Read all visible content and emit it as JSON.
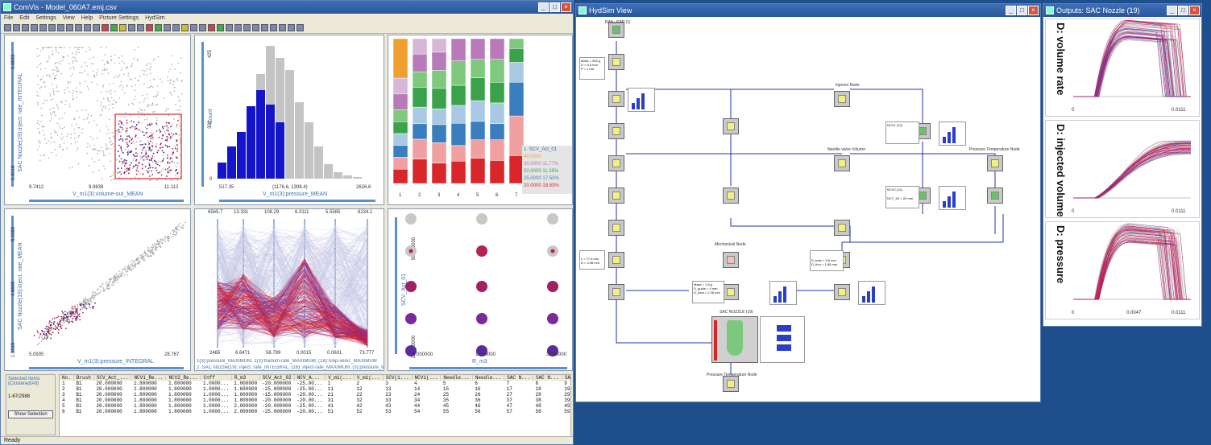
{
  "main_window": {
    "title": "ComVis - Model_060A7.emj.csv",
    "menu": [
      "File",
      "Edit",
      "Settings",
      "View",
      "Help",
      "Picture Settings",
      "HydSim"
    ],
    "status": "Ready",
    "scatter1": {
      "ylabel": "SAC Nozzle(19):inject. rate_INTEGRAL",
      "xlabel": "V_m1(3):volume-out_MEAN",
      "y_ticks": [
        "0.0018",
        "0.0633"
      ],
      "x_ticks": [
        "9.7412",
        "9.9839",
        "11.112"
      ]
    },
    "histogram": {
      "ylabel": "Count",
      "xlabel": "V_m1(3):pressure_MEAN",
      "y_ticks": [
        "0",
        "320",
        "425"
      ],
      "x_ticks": [
        "517.35",
        "(1176.6, 1308.4)",
        "2626.6"
      ]
    },
    "stacked": {
      "x_ticks": [
        "1",
        "2",
        "3",
        "4",
        "5",
        "6",
        "7"
      ],
      "legend": {
        "title": "1. SCV_Act_01",
        "items": [
          {
            "label": "40.0000",
            "color": "#f0a030"
          },
          {
            "label": "30.0000 11.77%",
            "color": "#b97ab9"
          },
          {
            "label": "50.0000 11.35%",
            "color": "#3aa34a"
          },
          {
            "label": "25.0000 17.53%",
            "color": "#3a7ebf"
          },
          {
            "label": "20.0000 18.63%",
            "color": "#d8262b"
          }
        ]
      }
    },
    "scatter2": {
      "ylabel": "SAC Nozzle(19):inject. rate_MEAN",
      "xlabel": "V_m1(3):pressure_INTEGRAL",
      "y_ticks": [
        "1.9315",
        "4.8695",
        "5.0389"
      ],
      "x_ticks": [
        "5.0935",
        "28.767"
      ]
    },
    "parallel": {
      "top_ticks": [
        "6565.7",
        "13.331",
        "108.29",
        "6.3111",
        "5.5585",
        "8234.1"
      ],
      "bottom_ticks": [
        "2465",
        "6.6471",
        "58.799",
        "0.0015",
        "0.0631",
        "73.777"
      ],
      "label1": "1(3):pressure_MAXIMUM, 1(3):fluidum-rate_MAXIMUM, (18):Xinp-veloc_MAXIMUM",
      "label2": "2. SAC Nozzle(19): inject. rate_INTEGRAL, (16): inject-rate_MAXIMUM, (3):pressure_MAXIMUM"
    },
    "bubble": {
      "ylabel": "SCV_Act_01",
      "xlabel": "R_m3",
      "y_ticks": [
        "20.000000",
        "50.000000"
      ],
      "x_ticks": [
        "1.000000",
        "1.500000",
        "3.000000"
      ]
    },
    "selection": {
      "title": "Selected Items (Clustered/All)",
      "count": "1-67/2988",
      "button": "Show Selection"
    },
    "table": {
      "headers": [
        "No.",
        "Brush",
        "SCV_Act_...",
        "NCV1_Re...",
        "NCV2_Re...",
        "Cnff",
        "R_m3",
        "SCV_Act_02",
        "NCV_A...",
        "V_m1(...",
        "V_m1(...",
        "SCV(1...",
        "NCV1(...",
        "Needle...",
        "Needle...",
        "SAC N...",
        "SAC N...",
        "SAC N...",
        "S"
      ],
      "rows": [
        [
          "1",
          "B1",
          "20.000000",
          "1.800000",
          "1.800000",
          "1.0000...",
          "1.000000",
          "-20.000000",
          "-25.00...",
          "1",
          "2",
          "3",
          "4",
          "5",
          "6",
          "7",
          "8",
          "9",
          ""
        ],
        [
          "2",
          "B1",
          "20.000000",
          "1.800000",
          "1.800000",
          "1.0000...",
          "1.600000",
          "-25.000000",
          "-25.00...",
          "11",
          "12",
          "13",
          "14",
          "15",
          "16",
          "17",
          "18",
          "19",
          ""
        ],
        [
          "3",
          "B1",
          "20.000000",
          "1.800000",
          "1.800000",
          "1.0000...",
          "1.600000",
          "-15.000000",
          "-20.00...",
          "21",
          "22",
          "23",
          "24",
          "25",
          "26",
          "27",
          "28",
          "29",
          ""
        ],
        [
          "4",
          "B1",
          "20.000000",
          "1.800000",
          "1.800000",
          "1.0000...",
          "1.800000",
          "-20.000000",
          "-20.00...",
          "31",
          "32",
          "33",
          "34",
          "35",
          "36",
          "37",
          "38",
          "39",
          ""
        ],
        [
          "5",
          "B1",
          "20.000000",
          "1.800000",
          "1.800000",
          "1.0000...",
          "2.000000",
          "-20.000000",
          "-25.00...",
          "41",
          "42",
          "43",
          "44",
          "45",
          "46",
          "47",
          "48",
          "49",
          ""
        ],
        [
          "6",
          "B1",
          "20.000000",
          "1.800000",
          "1.800000",
          "1.0000...",
          "2.000000",
          "-25.000000",
          "-20.00...",
          "51",
          "52",
          "53",
          "54",
          "55",
          "56",
          "57",
          "58",
          "59",
          ""
        ]
      ]
    }
  },
  "hydsim_window": {
    "title": "HydSim View",
    "labels": {
      "rail": "RAIL_CAP (1)",
      "injector_node": "Injector Node",
      "needle_node": "Needle valve Volume",
      "pressure_node": "Pressure Temperature Node",
      "mechanical": "Mechanical Node",
      "sac": "SAC NOZZLE (19)",
      "pressure_node2": "Pressure Temperature Node",
      "param1": "Mass = 900 g",
      "param2": "D = 8.5 mm",
      "param3": "P = 1 bar",
      "ncv1": "NCV1 (13)",
      "ncv2": "NCV2 (14)",
      "param_ncv": "NCT_3V = 20 mm",
      "param_needle1": "Mass = 1.8 g",
      "param_needle2": "D_guide = 4 mm",
      "param_needle3": "D_seat = 2.38 mm",
      "param_cnf1": "D_tube = 5.8 mm",
      "param_cnf2": "D_thru = 1.85 mm",
      "param_l": "L = 77.6 mm",
      "param_d": "D = 3.98 mm"
    }
  },
  "outputs_window": {
    "title": "Outputs: SAC Nozzle (19)",
    "plots": [
      {
        "label": "D: volume rate",
        "x_ticks": [
          "0",
          "0.0111"
        ]
      },
      {
        "label": "D: injected volume",
        "x_ticks": [
          "0",
          "0.0111"
        ]
      },
      {
        "label": "D: pressure",
        "x_ticks": [
          "0",
          "0.0047",
          "0.0111"
        ]
      }
    ]
  }
}
